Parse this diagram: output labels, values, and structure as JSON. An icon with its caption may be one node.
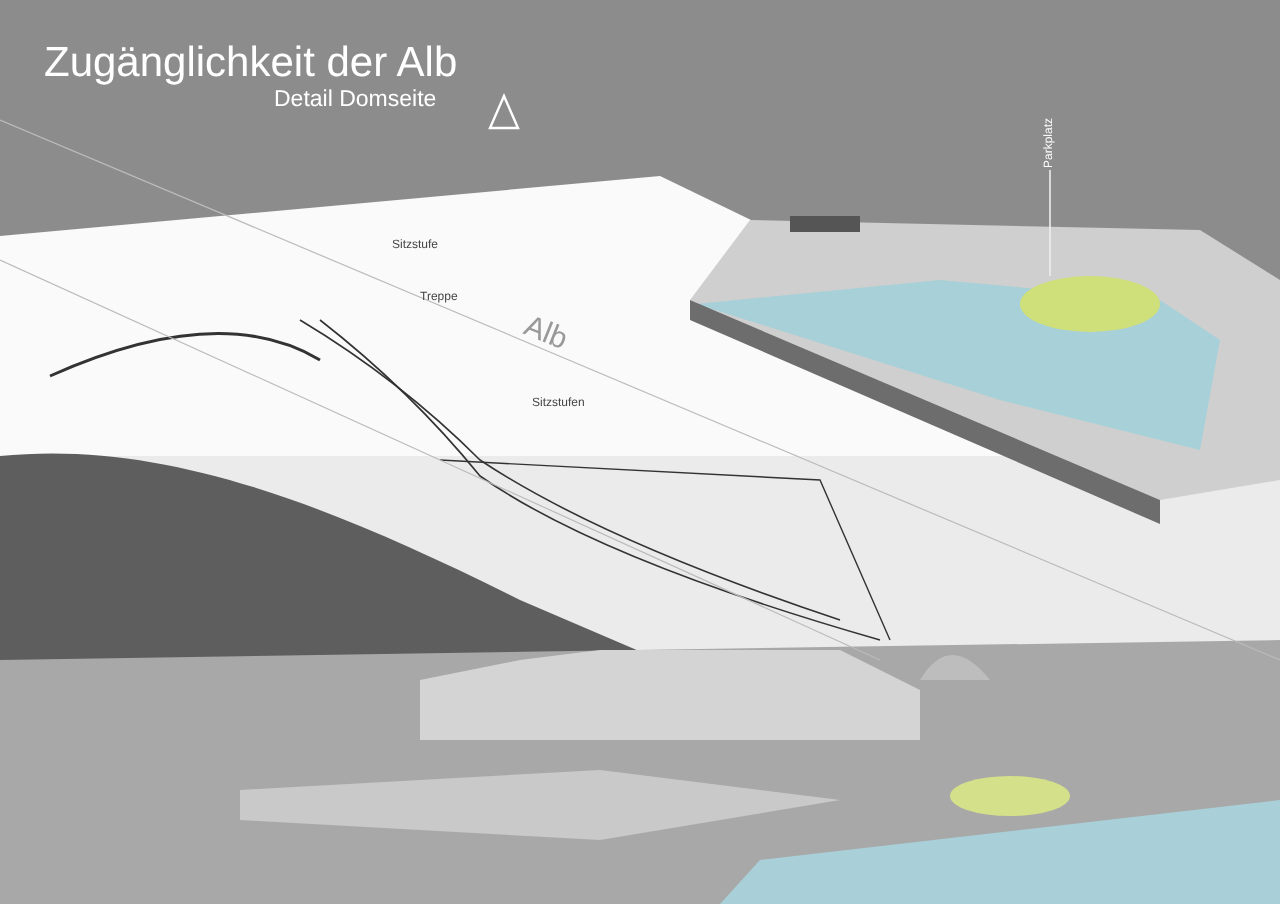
{
  "diagram": {
    "title": "Zugänglichkeit der Alb",
    "nodes": [
      {
        "text": [
          "Parkplatz"
        ]
      },
      {
        "text": [],
        "shape": "circle"
      }
    ],
    "edges": [
      {
        "from": 0,
        "to": 1,
        "arrow": "none"
      }
    ],
    "labels": [
      "Detail Domseite",
      "Sitzstufe",
      "Treppe",
      "Alb",
      "Sitzstufen"
    ]
  }
}
